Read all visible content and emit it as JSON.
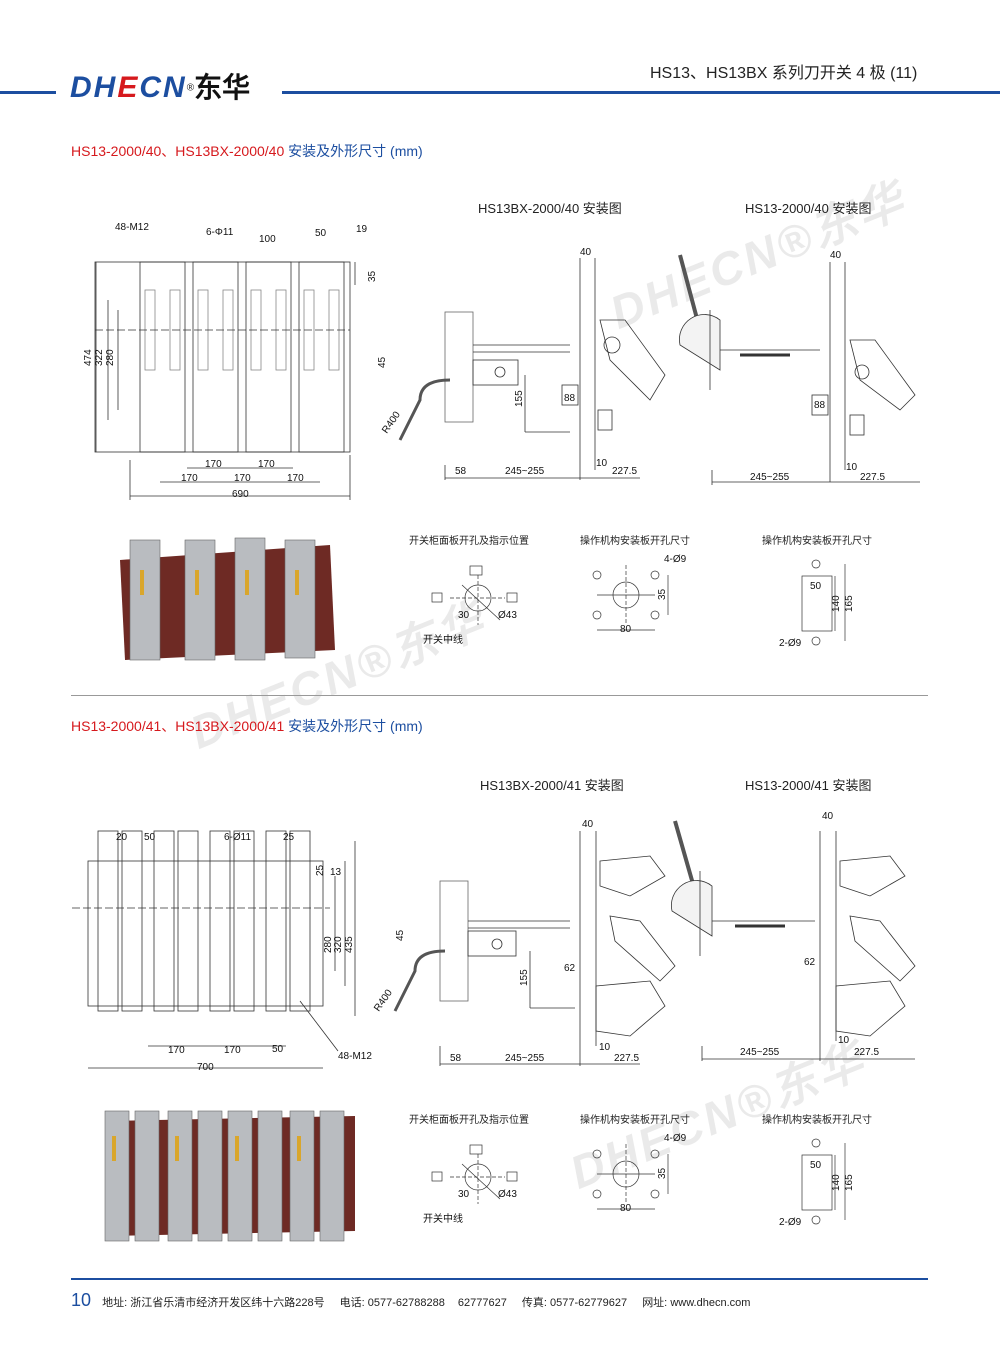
{
  "header": {
    "logo_text": "DHECN",
    "logo_cn": "东华",
    "registered_mark": "®",
    "page_title": "HS13、HS13BX 系列刀开关 4 极 (11)",
    "accent_color": "#1c4ea0",
    "logo_red": "#d6191d"
  },
  "watermark": "DHECN®东华",
  "sections": [
    {
      "title_models": "HS13-2000/40、HS13BX-2000/40",
      "title_suffix": " 安装及外形尺寸 (mm)",
      "install_bx_title": "HS13BX-2000/40 安装图",
      "install_title": "HS13-2000/40 安装图",
      "outline_dims": {
        "holes_m12": "48-M12",
        "holes_d11": "6-Φ11",
        "d100": "100",
        "d50": "50",
        "d19": "19",
        "d35": "35",
        "h474": "474",
        "h322": "322",
        "h280": "280",
        "w170a": "170",
        "w170b": "170",
        "w170c": "170",
        "w170d": "170",
        "w170e": "170",
        "w690": "690"
      },
      "bx_dims": {
        "d40": "40",
        "d45": "45",
        "r400": "R400",
        "d155": "155",
        "d88": "88",
        "d58": "58",
        "d245": "245~255",
        "d10": "10",
        "d227": "227.5"
      },
      "std_dims": {
        "d40": "40",
        "d88": "88",
        "d245": "245~255",
        "d10": "10",
        "d227": "227.5"
      }
    },
    {
      "title_models": "HS13-2000/41、HS13BX-2000/41",
      "title_suffix": " 安装及外形尺寸 (mm)",
      "install_bx_title": "HS13BX-2000/41 安装图",
      "install_title": "HS13-2000/41 安装图",
      "outline_dims": {
        "d20": "20",
        "d50": "50",
        "holes_d11": "6-Ø11",
        "d25a": "25",
        "d25b": "25",
        "d13": "13",
        "h280": "280",
        "h320": "320",
        "h435": "435",
        "w170a": "170",
        "w170b": "170",
        "w50": "50",
        "holes_m12": "48-M12",
        "w700": "700"
      },
      "bx_dims": {
        "d40": "40",
        "d45": "45",
        "r400": "R400",
        "d155": "155",
        "d62": "62",
        "d58": "58",
        "d245": "245~255",
        "d10": "10",
        "d227": "227.5"
      },
      "std_dims": {
        "d40": "40",
        "d62": "62",
        "d245": "245~255",
        "d10": "10",
        "d227": "227.5"
      }
    }
  ],
  "cutouts": {
    "panel_title": "开关柜面板开孔及指示位置",
    "panel_d30": "30",
    "panel_d43": "Ø43",
    "panel_centerline": "开关中线",
    "mech1_title": "操作机构安装板开孔尺寸",
    "mech1_holes": "4-Ø9",
    "mech1_d35": "35",
    "mech1_d80": "80",
    "mech2_title": "操作机构安装板开孔尺寸",
    "mech2_d50": "50",
    "mech2_d140": "140",
    "mech2_d165": "165",
    "mech2_holes": "2-Ø9"
  },
  "footer": {
    "page_number": "10",
    "address_label": "地址:",
    "address": "浙江省乐清市经济开发区纬十六路228号",
    "phone_label": "电话:",
    "phone1": "0577-62788288",
    "phone2": "62777627",
    "fax_label": "传真:",
    "fax": "0577-62779627",
    "web_label": "网址:",
    "web": "www.dhecn.com"
  }
}
